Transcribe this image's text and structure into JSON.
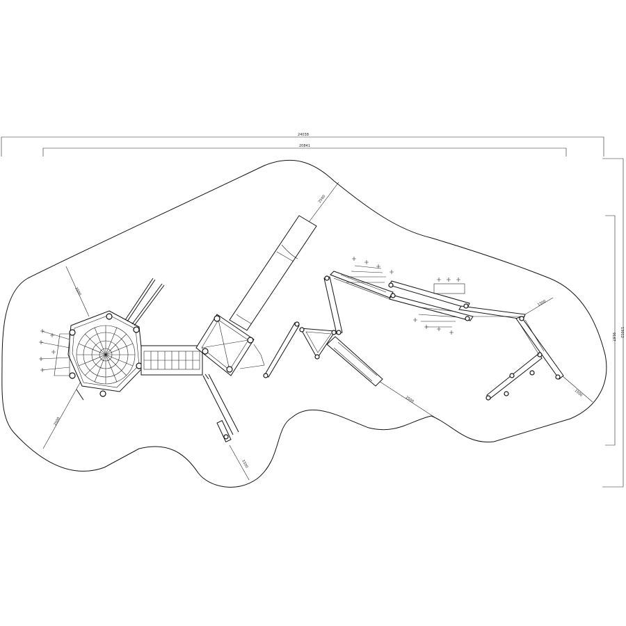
{
  "dimensions": {
    "overall_width": "24038",
    "inner_width": "20841",
    "overall_depth": "13012",
    "inner_depth": "9167",
    "safety_radial_1": "2500",
    "safety_radial_2": "2500",
    "safety_radial_3": "2500",
    "safety_radial_4": "2500",
    "safety_radial_5": "1500",
    "safety_radial_6": "1500",
    "safety_radial_7": "1500"
  },
  "colors": {
    "line": "#111111",
    "background": "#ffffff"
  }
}
